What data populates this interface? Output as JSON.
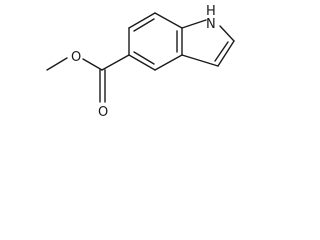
{
  "molecule": {
    "atom_labels": {
      "nitrogen_h": "H",
      "nitrogen_n": "N",
      "ester_o1": "O",
      "ester_o2": "O"
    }
  }
}
